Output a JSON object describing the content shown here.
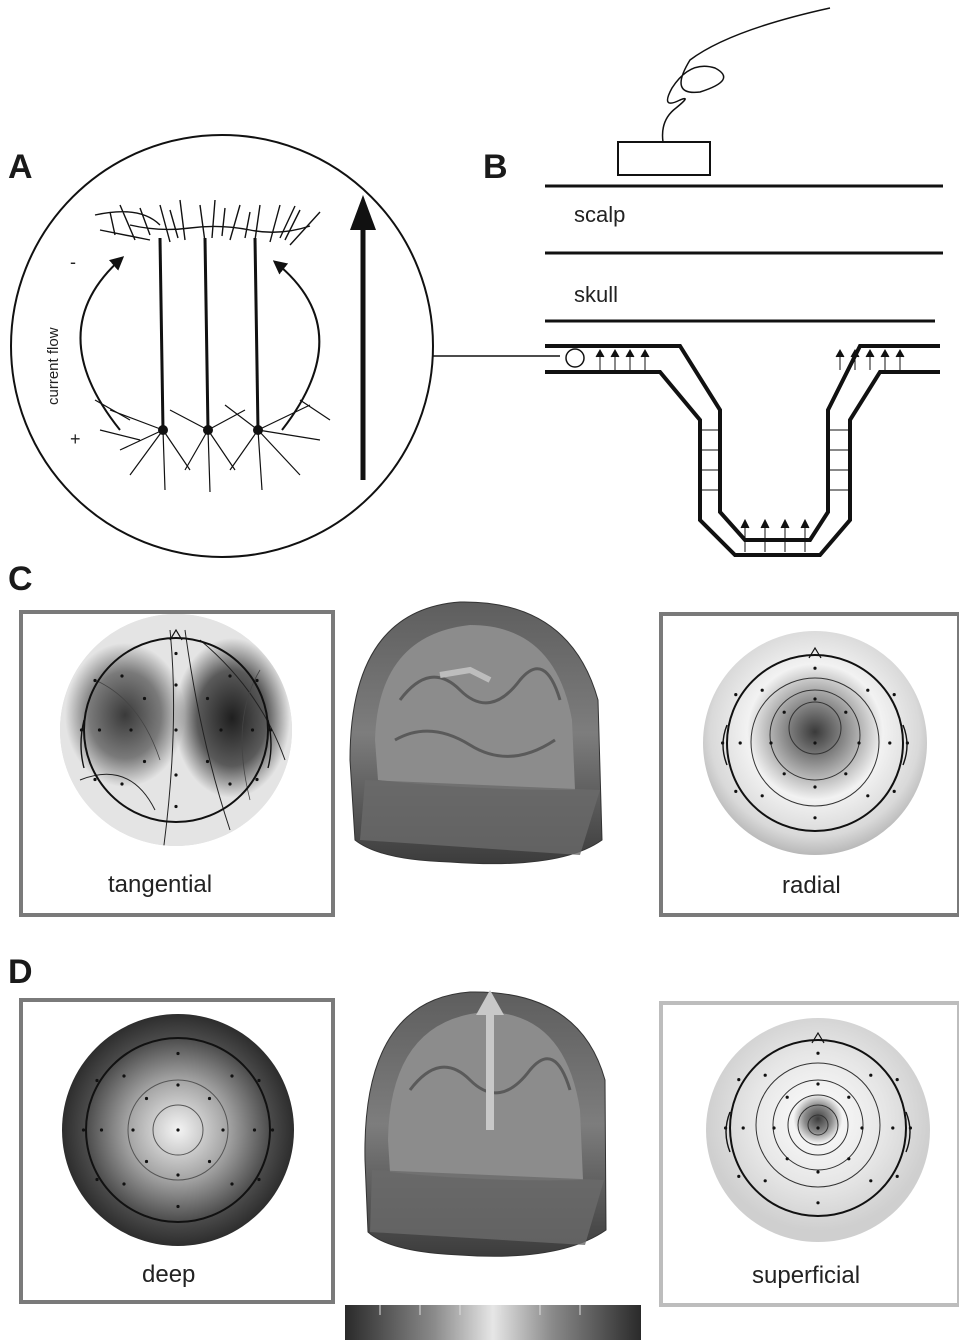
{
  "panels": {
    "a": {
      "label": "A",
      "current_flow": "current flow",
      "minus": "-",
      "plus": "+"
    },
    "b": {
      "label": "B",
      "scalp": "scalp",
      "skull": "skull"
    },
    "c": {
      "label": "C",
      "left": "tangential",
      "right": "radial"
    },
    "d": {
      "label": "D",
      "left": "deep",
      "right": "superficial"
    }
  },
  "colors": {
    "frame_dark": "#7a7a7a",
    "frame_light": "#bdbdbd",
    "ink": "#111111"
  }
}
